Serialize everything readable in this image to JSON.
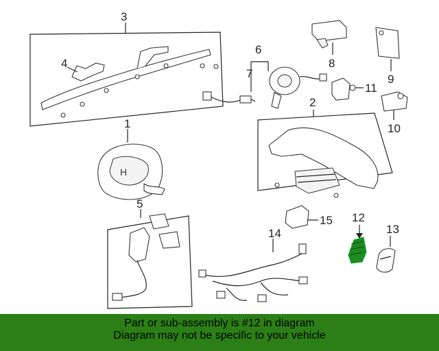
{
  "callouts": {
    "c1": "1",
    "c2": "2",
    "c3": "3",
    "c4": "4",
    "c5": "5",
    "c6": "6",
    "c7": "7",
    "c8": "8",
    "c9": "9",
    "c10": "10",
    "c11": "11",
    "c12": "12",
    "c13": "13",
    "c14": "14",
    "c15": "15"
  },
  "highlight_part": "12",
  "colors": {
    "highlight": "#1f8a1f",
    "banner": "#2c7f16"
  },
  "banner": {
    "line1": "Part or sub-assembly is #12 in diagram",
    "line2": "Diagram may not be specific to your vehicle"
  }
}
